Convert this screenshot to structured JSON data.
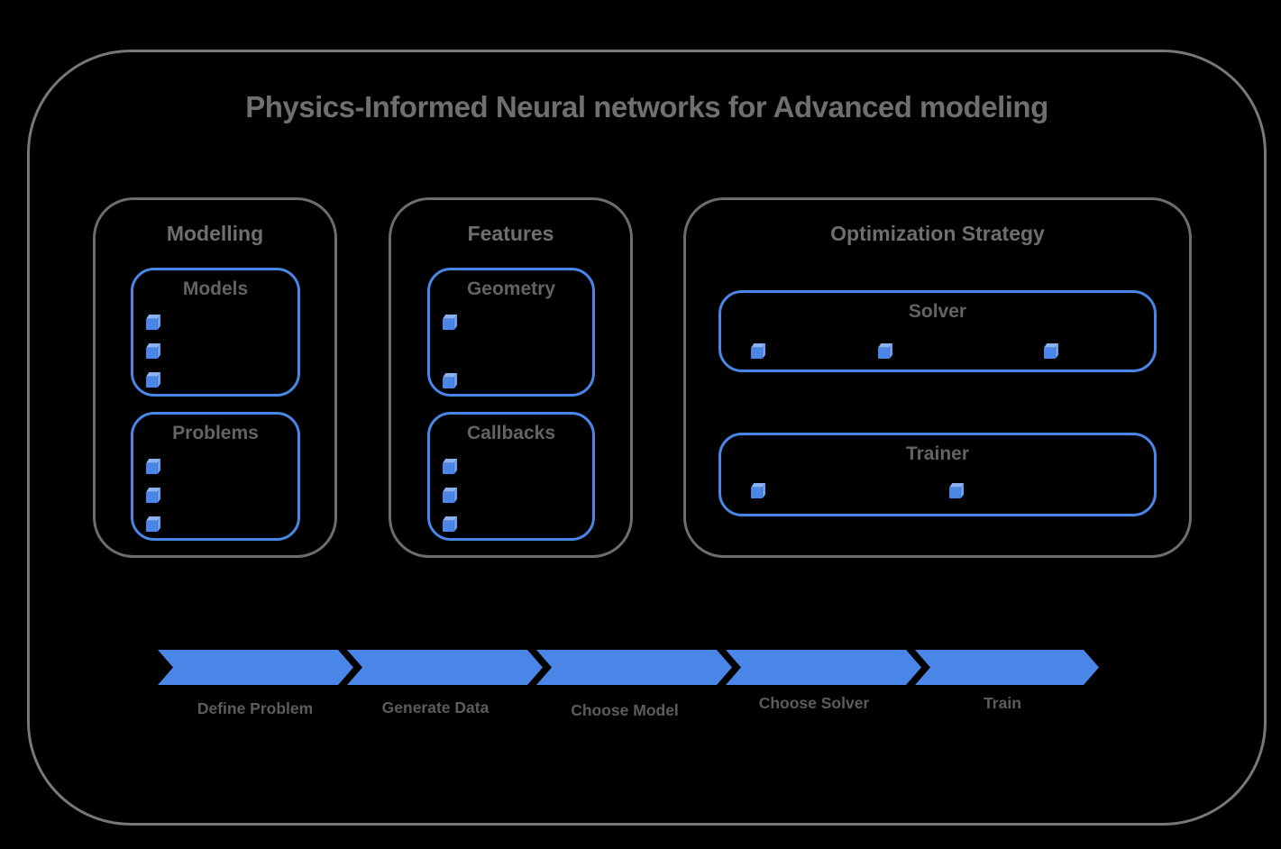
{
  "title": "Physics-Informed Neural networks for Advanced modeling",
  "colors": {
    "accent_blue": "#4a86e8",
    "cube_front": "#4a86e8",
    "cube_top": "#8ab1f2",
    "cube_side": "#6d9eeb",
    "container_border_gray": "#787878",
    "panel_border_gray": "#6d6d6d",
    "heading_text_gray": "#6f6f6f",
    "label_text_gray": "#636363",
    "step_text_gray": "#5c5c5c",
    "background": "#000000"
  },
  "sections": [
    {
      "label": "Modelling",
      "boxes": [
        {
          "label": "Models",
          "bullet_icon": "cube-bullet-icon",
          "bullet_count": 3,
          "bullet_layout": "vertical"
        },
        {
          "label": "Problems",
          "bullet_icon": "cube-bullet-icon",
          "bullet_count": 3,
          "bullet_layout": "vertical"
        }
      ]
    },
    {
      "label": "Features",
      "boxes": [
        {
          "label": "Geometry",
          "bullet_icon": "cube-bullet-icon",
          "bullet_count": 2,
          "bullet_layout": "vertical"
        },
        {
          "label": "Callbacks",
          "bullet_icon": "cube-bullet-icon",
          "bullet_count": 3,
          "bullet_layout": "vertical"
        }
      ]
    },
    {
      "label": "Optimization Strategy",
      "boxes": [
        {
          "label": "Solver",
          "bullet_icon": "cube-bullet-icon",
          "bullet_count": 3,
          "bullet_layout": "horizontal"
        },
        {
          "label": "Trainer",
          "bullet_icon": "cube-bullet-icon",
          "bullet_count": 2,
          "bullet_layout": "horizontal"
        }
      ]
    }
  ],
  "pipeline": {
    "shape": "chevron-arrow-flow",
    "steps": [
      "Define Problem",
      "Generate Data",
      "Choose Model",
      "Choose Solver",
      "Train"
    ]
  }
}
